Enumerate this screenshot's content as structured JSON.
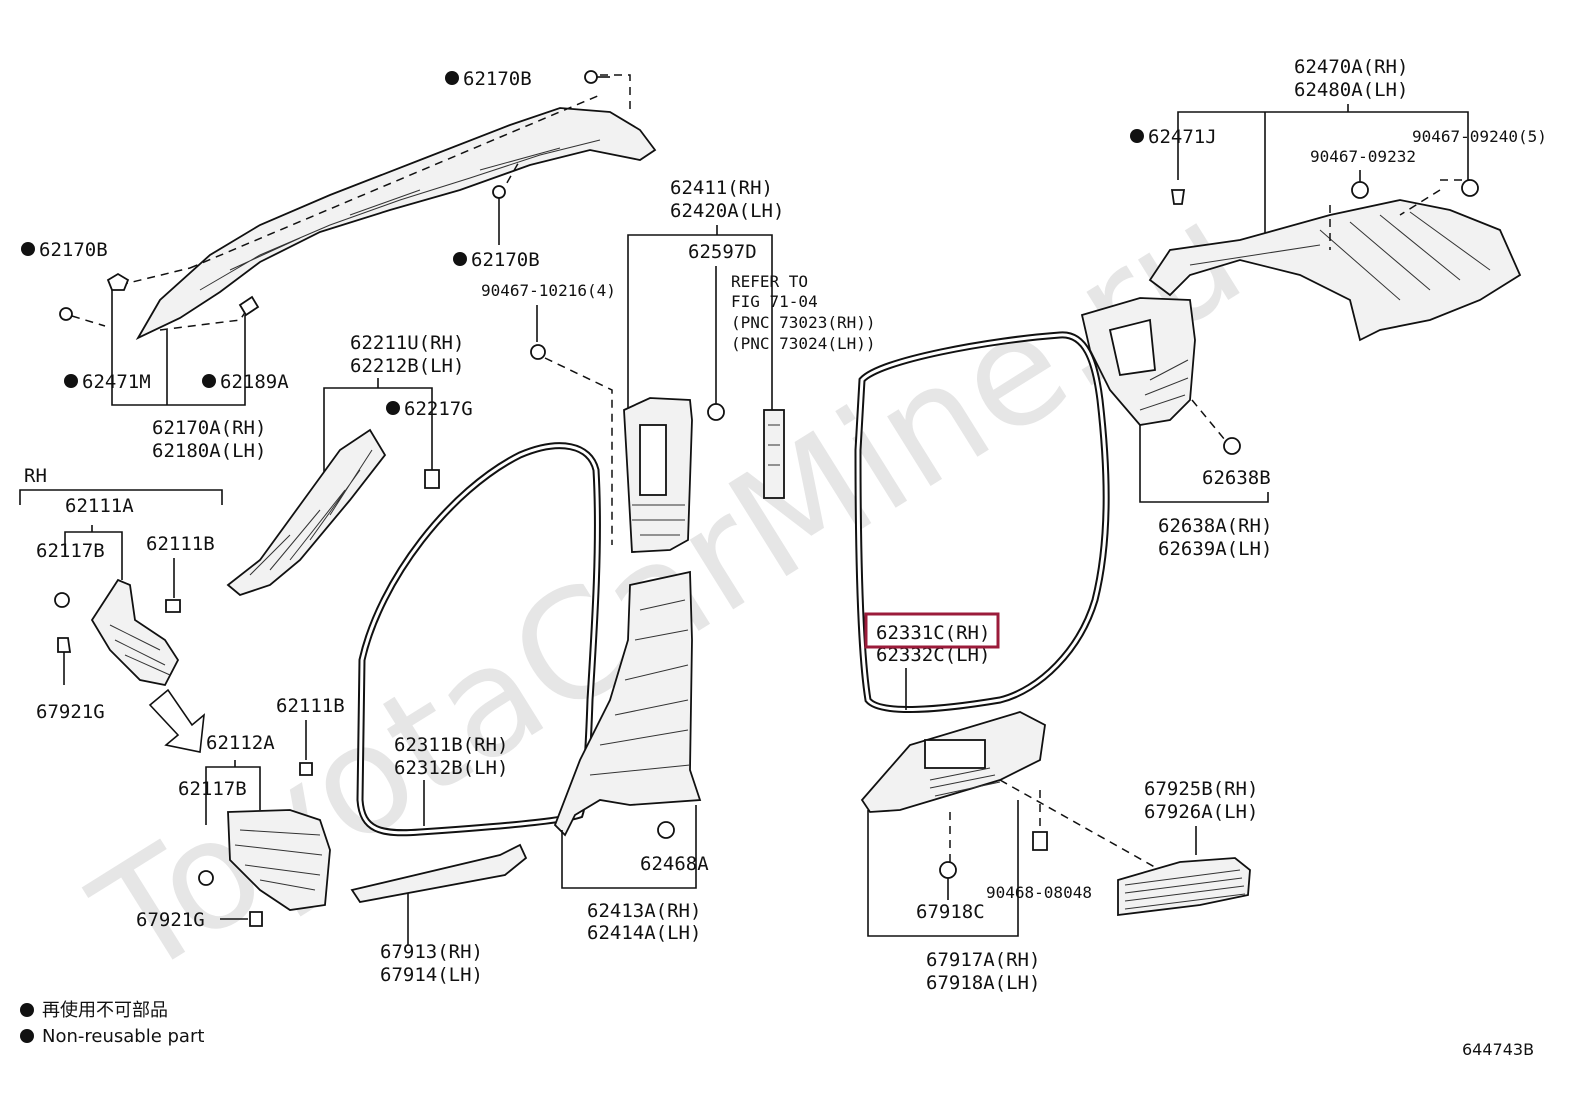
{
  "watermark": "ToyotaCarMine.ru",
  "labels": {
    "l_62170B_top": "62170B",
    "l_62170B_left": "62170B",
    "l_62170B_mid": "62170B",
    "l_62471M": "62471M",
    "l_62189A": "62189A",
    "l_62170A": "62170A(RH)",
    "l_62180A": "62180A(LH)",
    "l_62211U": "62211U(RH)",
    "l_62212B": "62212B(LH)",
    "l_62217G": "62217G",
    "l_RH": "RH",
    "l_62111A": "62111A",
    "l_62117B_a": "62117B",
    "l_62111B_a": "62111B",
    "l_67921G_a": "67921G",
    "l_62111B_b": "62111B",
    "l_62112A": "62112A",
    "l_62117B_b": "62117B",
    "l_67921G_b": "67921G",
    "l_62311B": "62311B(RH)",
    "l_62312B": "62312B(LH)",
    "l_67913": "67913(RH)",
    "l_67914": "67914(LH)",
    "l_90467_10216": "90467-10216(4)",
    "l_62411": "62411(RH)",
    "l_62420A": "62420A(LH)",
    "l_62597D": "62597D",
    "l_refer1": "REFER TO",
    "l_refer2": "FIG 71-04",
    "l_refer3": "(PNC 73023(RH))",
    "l_refer4": "(PNC 73024(LH))",
    "l_62468A": "62468A",
    "l_62413A": "62413A(RH)",
    "l_62414A": "62414A(LH)",
    "l_62331C": "62331C(RH)",
    "l_62332C": "62332C(LH)",
    "l_62470A": "62470A(RH)",
    "l_62480A": "62480A(LH)",
    "l_62471J": "62471J",
    "l_90467_09232": "90467-09232",
    "l_90467_09240": "90467-09240(5)",
    "l_62638B": "62638B",
    "l_62638A": "62638A(RH)",
    "l_62639A": "62639A(LH)",
    "l_67925B": "67925B(RH)",
    "l_67926A": "67926A(LH)",
    "l_90468_08048": "90468-08048",
    "l_67918C": "67918C",
    "l_67917A": "67917A(RH)",
    "l_67918A": "67918A(LH)"
  },
  "highlight": {
    "part": "62331C(RH)",
    "color": "#9b1b3a"
  },
  "legend": {
    "jp": "再使用不可部品",
    "en": "Non-reusable part"
  },
  "diagram_code": "644743B"
}
